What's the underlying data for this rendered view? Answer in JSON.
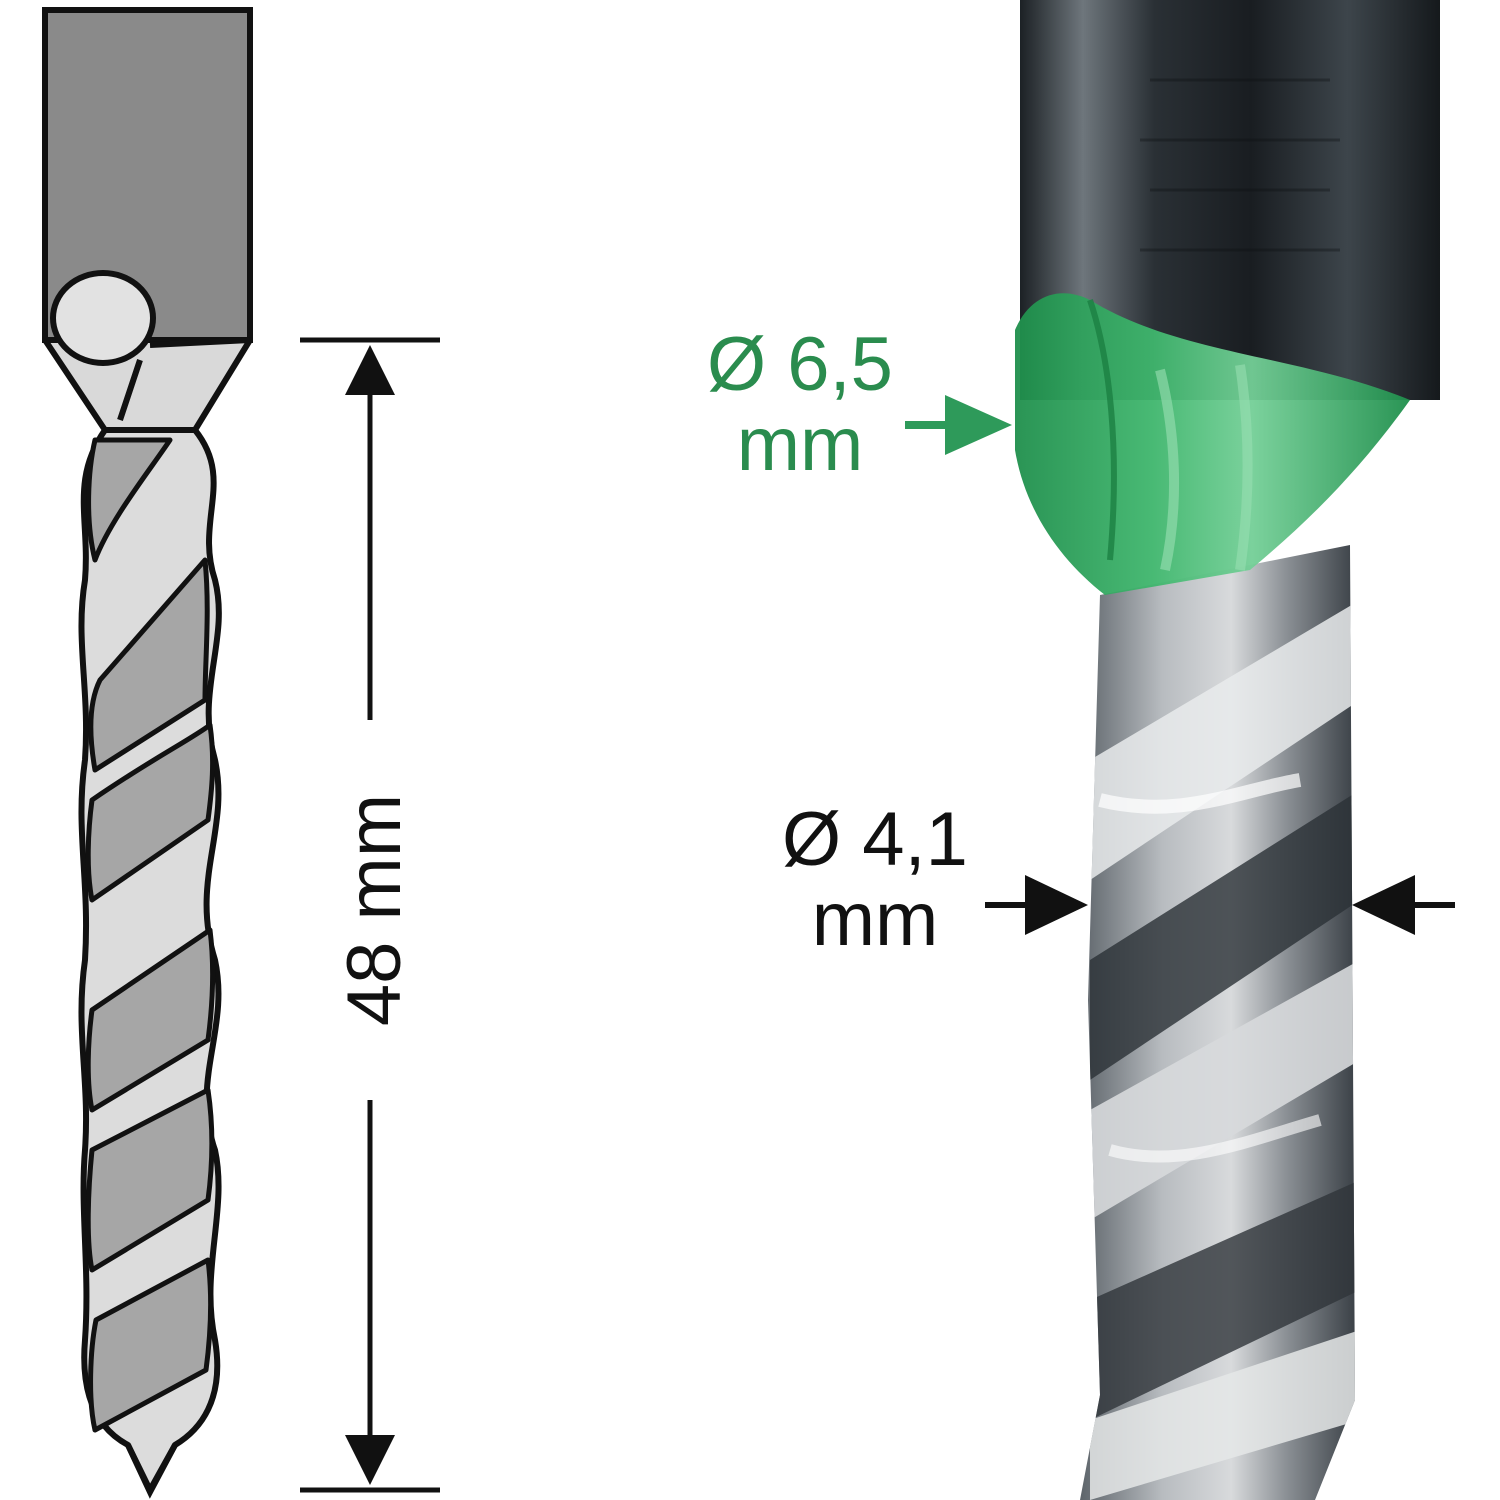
{
  "labels": {
    "length": "48 mm",
    "outer_diameter_line1": "Ø 6,5",
    "outer_diameter_line2": "mm",
    "tip_diameter_line1": "Ø 4,1",
    "tip_diameter_line2": "mm"
  },
  "colors": {
    "highlight_green": "#2e9a5a",
    "label_green": "#2a8c4e",
    "dimension_black": "#111111",
    "drawing_shank": "#8a8a8a",
    "drawing_body": "#d9d9d9",
    "drawing_flute": "#a6a6a6"
  },
  "icons": [
    "dimension-arrow-icon",
    "pointer-arrow-icon"
  ]
}
